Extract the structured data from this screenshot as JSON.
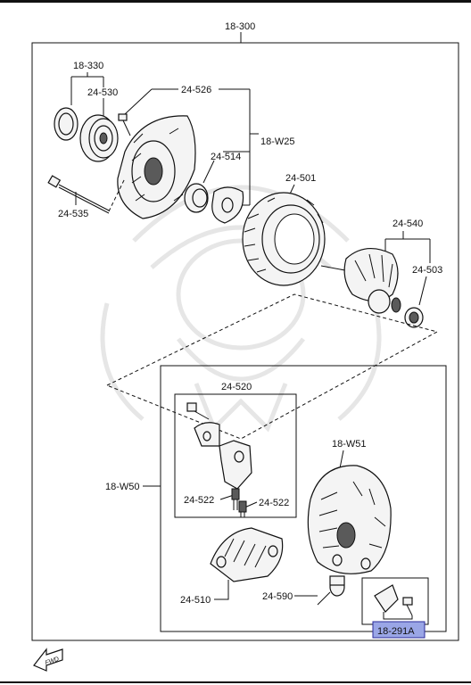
{
  "colors": {
    "highlight_fill": "#9aa6e6",
    "highlight_stroke": "#2b2b9b",
    "ink": "#111111",
    "watermark": "#e6e6e6"
  },
  "labels": {
    "assembly": "18-300",
    "pulley_set": "18-330",
    "pulley": "24-530",
    "front_bracket_bolt": "24-526",
    "front_kit": "18-W25",
    "front_bearing": "24-514",
    "through_bolt": "24-535",
    "stator": "24-501",
    "rotor": "24-540",
    "rear_bearing": "24-503",
    "brush_holder": "24-520",
    "brush_left": "24-522",
    "brush_right": "24-522",
    "rear_kit": "18-W51",
    "regulator_kit": "18-W50",
    "rectifier": "24-510",
    "terminal": "24-590",
    "cover_part": "18-291A"
  },
  "icons": {
    "forward_arrow": "fwd-arrow-icon",
    "forward_text": "FWD",
    "watermark": "samurai-helmet-watermark"
  }
}
